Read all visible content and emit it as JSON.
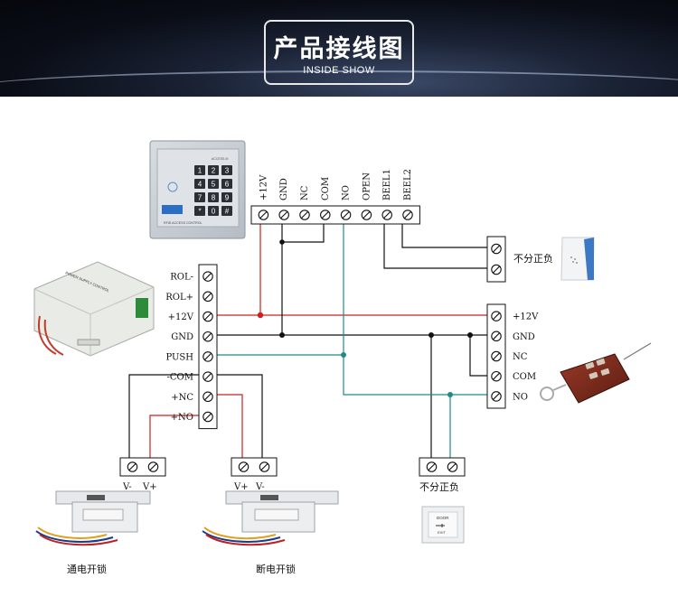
{
  "header": {
    "title_zh": "产品接线图",
    "title_en": "INSIDE SHOW"
  },
  "diagram": {
    "controller_terminals": [
      "+12V",
      "GND",
      "NC",
      "COM",
      "NO",
      "OPEN",
      "BEEL1",
      "BEEL2"
    ],
    "power_supply_terminals": [
      "ROL-",
      "ROL+",
      "+12V",
      "GND",
      "PUSH",
      "-COM",
      "+NC",
      "+NO"
    ],
    "receiver_terminals": [
      "+12V",
      "GND",
      "NC",
      "COM",
      "NO"
    ],
    "nonpolar_label": "不分正负",
    "lock_left": {
      "terminals": [
        "V-",
        "V+"
      ],
      "caption": "通电开锁"
    },
    "lock_right": {
      "terminals": [
        "V+",
        "V-"
      ],
      "caption": "断电开锁"
    }
  },
  "device_text": {
    "keypad_brand": "RFID ACCESS CONTROL",
    "keypad_model": "ACCESS-M",
    "keypad_keys": [
      "1",
      "2",
      "3",
      "4",
      "5",
      "6",
      "7",
      "8",
      "9",
      "*",
      "0",
      "#"
    ],
    "psu_label": "POWER SUPPLY CONTROL",
    "exit_label": "DOOR",
    "exit_sub": "EXIT"
  },
  "colors": {
    "red": "#cc2020",
    "teal": "#1f8a8a",
    "black": "#111111",
    "terminal_bg": "#ffffff"
  }
}
